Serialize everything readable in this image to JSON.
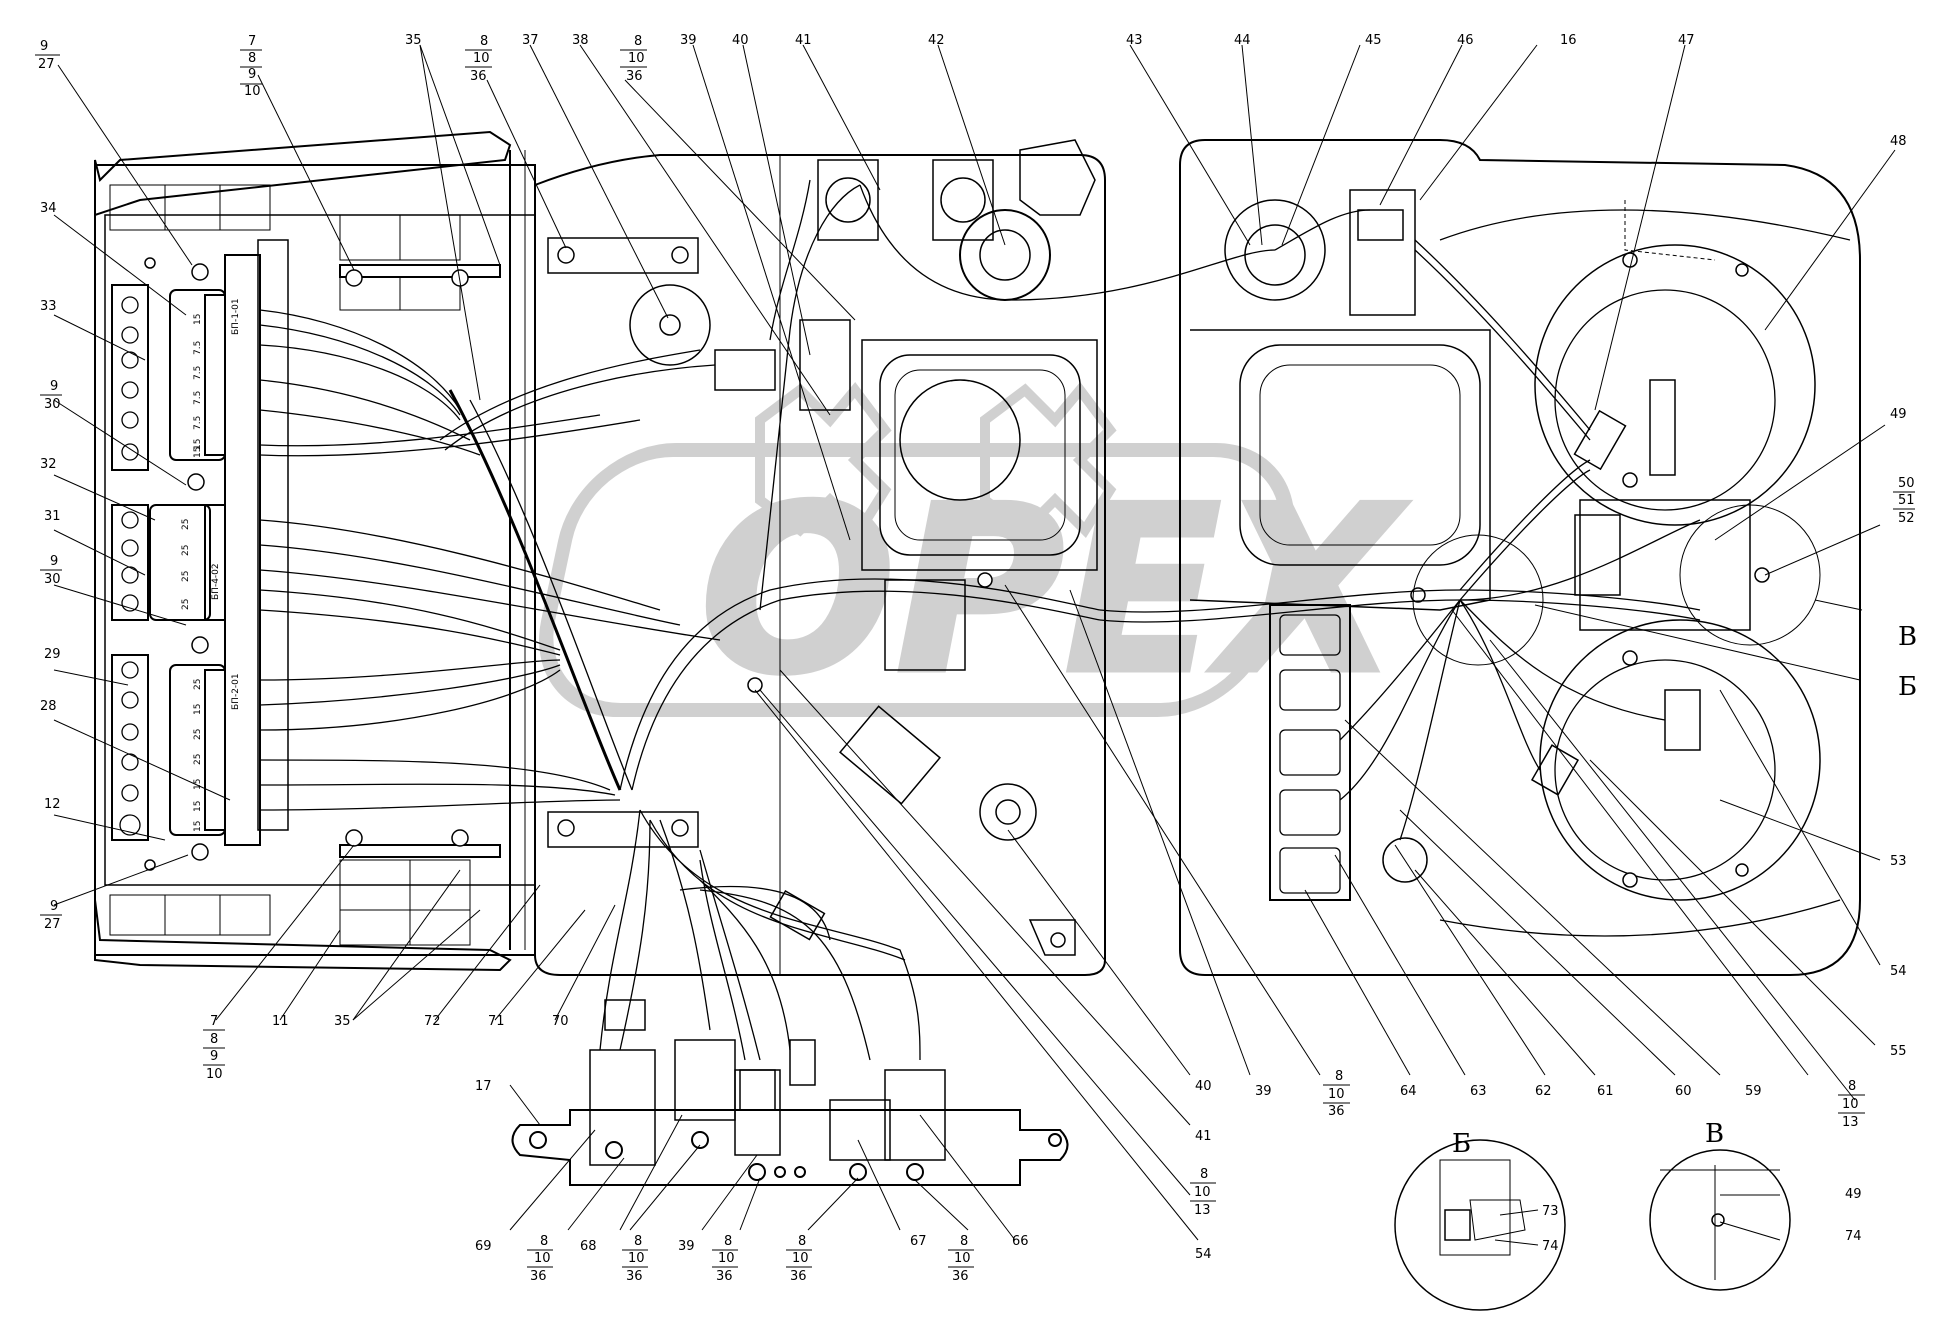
{
  "diagram": {
    "watermark": "OPEX",
    "fuse_block_labels": [
      "БП-1-01",
      "БП-4-02",
      "БП-2-01"
    ],
    "fuse_ratings": {
      "block1": [
        "15",
        "7.5",
        "7.5",
        "7.5",
        "7.5",
        "15",
        "15"
      ],
      "block2": [
        "25",
        "25",
        "25",
        "25"
      ],
      "block3": [
        "25",
        "15",
        "25",
        "25",
        "15",
        "15",
        "15"
      ]
    },
    "view_labels": {
      "b": "Б",
      "v": "В"
    },
    "callouts": {
      "c9_27_top": [
        "9",
        "27"
      ],
      "c7_top": [
        "7",
        "8",
        "9",
        "10"
      ],
      "c35_top": "35",
      "c8_top_a": [
        "8",
        "10",
        "36"
      ],
      "c37": "37",
      "c38": "38",
      "c8_top_b": [
        "8",
        "10",
        "36"
      ],
      "c39_top": "39",
      "c40_top": "40",
      "c41_top": "41",
      "c42": "42",
      "c43": "43",
      "c44": "44",
      "c45": "45",
      "c46": "46",
      "c16": "16",
      "c47": "47",
      "c48": "48",
      "c34": "34",
      "c33": "33",
      "c9_30_a": [
        "9",
        "30"
      ],
      "c32": "32",
      "c31": "31",
      "c9_30_b": [
        "9",
        "30"
      ],
      "c29": "29",
      "c28": "28",
      "c12": "12",
      "c9_27_bot": [
        "9",
        "27"
      ],
      "c49": "49",
      "c50": [
        "50",
        "51",
        "52"
      ],
      "c53": "53",
      "c54_right": "54",
      "c55": "55",
      "c7_bot": [
        "7",
        "8",
        "9",
        "10"
      ],
      "c11": "11",
      "c35_bot": "35",
      "c72": "72",
      "c71": "71",
      "c70": "70",
      "c40_bot": "40",
      "c39_bot": "39",
      "c8_mid": [
        "8",
        "10",
        "36"
      ],
      "c64": "64",
      "c63": "63",
      "c62": "62",
      "c61": "61",
      "c60": "60",
      "c59": "59",
      "c8_right": [
        "8",
        "10",
        "13"
      ],
      "c41_bot": "41",
      "c8_13_mid": [
        "8",
        "10",
        "13"
      ],
      "c54_bot": "54",
      "c17": "17",
      "c69": "69",
      "c8_b1": [
        "8",
        "10",
        "36"
      ],
      "c68": "68",
      "c8_b2": [
        "8",
        "10",
        "36"
      ],
      "c39_b": "39",
      "c8_b3": [
        "8",
        "10",
        "36"
      ],
      "c8_b4": [
        "8",
        "10",
        "36"
      ],
      "c67": "67",
      "c8_b5": [
        "8",
        "10",
        "36"
      ],
      "c66": "66",
      "c73": "73",
      "c74_b": "74",
      "c49_v": "49",
      "c74_v": "74"
    }
  }
}
